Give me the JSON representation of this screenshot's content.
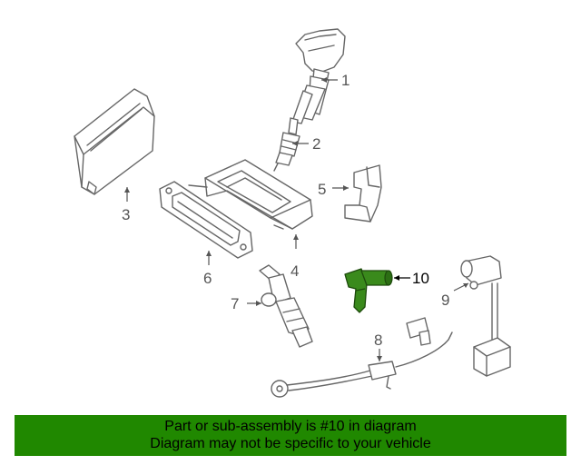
{
  "colors": {
    "banner_bg": "#208800",
    "highlight_part": "#3a8a1c",
    "part_stroke": "#666666"
  },
  "callouts": {
    "c1": "1",
    "c2": "2",
    "c3": "3",
    "c4": "4",
    "c5": "5",
    "c6": "6",
    "c7": "7",
    "c8": "8",
    "c9": "9",
    "c10": "10"
  },
  "highlighted_part": "10",
  "banner": {
    "line1": "Part or sub-assembly is #10 in diagram",
    "line2": "Diagram may not be specific to your vehicle"
  }
}
